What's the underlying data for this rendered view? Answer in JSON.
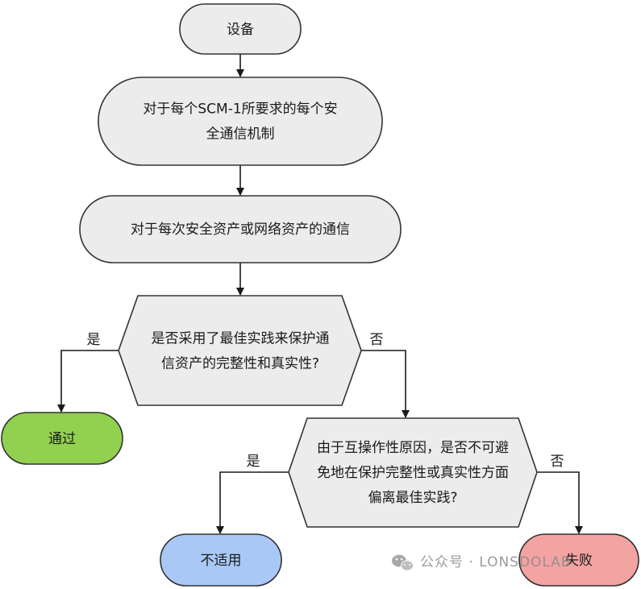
{
  "nodes": {
    "start": {
      "lines": [
        "设备"
      ],
      "color": "#ececec"
    },
    "loop1": {
      "lines": [
        "对于每个SCM-1所要求的每个安",
        "全通信机制"
      ],
      "color": "#ececec"
    },
    "loop2": {
      "lines": [
        "对于每次安全资产或网络资产的通信"
      ],
      "color": "#ececec"
    },
    "decision1": {
      "lines": [
        "是否采用了最佳实践来保护通",
        "信资产的完整性和真实性?"
      ],
      "color": "#ececec"
    },
    "pass": {
      "lines": [
        "通过"
      ],
      "color": "#92d050"
    },
    "decision2": {
      "lines": [
        "由于互操作性原因，是否不可避",
        "免地在保护完整性或真实性方面",
        "偏离最佳实践?"
      ],
      "color": "#ececec"
    },
    "not_applicable": {
      "lines": [
        "不适用"
      ],
      "color": "#a9c8f5"
    },
    "fail": {
      "lines": [
        "失败"
      ],
      "color": "#f4a3a3"
    }
  },
  "edges": {
    "d1_yes": "是",
    "d1_no": "否",
    "d2_yes": "是",
    "d2_no": "否"
  },
  "watermark": {
    "icon": "wechat-icon",
    "text": "公众号 · LONSDOLAB"
  }
}
